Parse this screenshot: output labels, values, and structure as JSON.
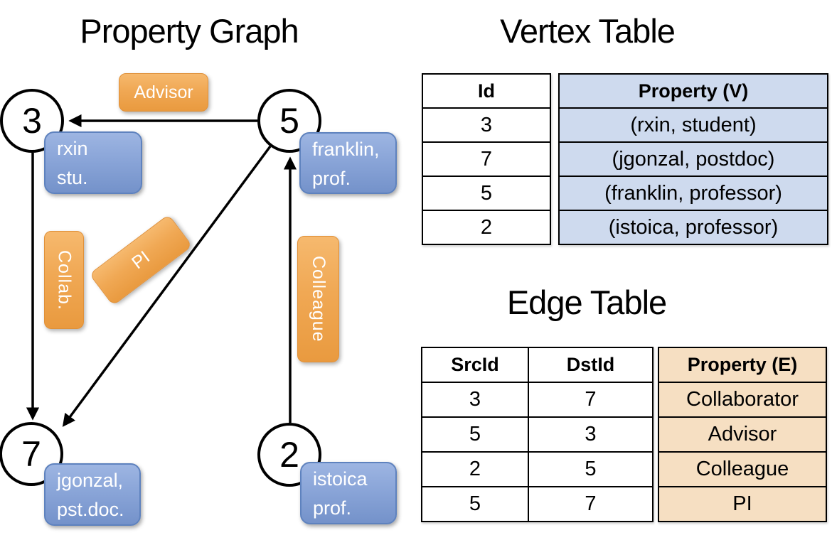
{
  "colors": {
    "edge_label_orange_top": "#f6b96e",
    "edge_label_orange_bottom": "#e99a3f",
    "vertex_label_blue_top": "#9db5e2",
    "vertex_label_blue_bottom": "#7492ca",
    "vertex_property_cell_blue": "#cedaee",
    "edge_property_cell_tan": "#f6dfc2",
    "line_color": "#000000"
  },
  "graph": {
    "title": "Property Graph",
    "nodes": [
      {
        "id": "3",
        "property": "rxin\nstu."
      },
      {
        "id": "5",
        "property": "franklin,\nprof."
      },
      {
        "id": "7",
        "property": "jgonzal,\npst.doc."
      },
      {
        "id": "2",
        "property": "istoica\nprof."
      }
    ],
    "edge_labels": [
      {
        "label": "Advisor"
      },
      {
        "label": "Collab."
      },
      {
        "label": "PI"
      },
      {
        "label": "Colleague"
      }
    ]
  },
  "vertex_table": {
    "title": "Vertex Table",
    "headers": {
      "id": "Id",
      "property": "Property (V)"
    },
    "rows": [
      {
        "id": "3",
        "property": "(rxin, student)"
      },
      {
        "id": "7",
        "property": "(jgonzal, postdoc)"
      },
      {
        "id": "5",
        "property": "(franklin, professor)"
      },
      {
        "id": "2",
        "property": "(istoica, professor)"
      }
    ]
  },
  "edge_table": {
    "title": "Edge Table",
    "headers": {
      "src": "SrcId",
      "dst": "DstId",
      "property": "Property (E)"
    },
    "rows": [
      {
        "src": "3",
        "dst": "7",
        "property": "Collaborator"
      },
      {
        "src": "5",
        "dst": "3",
        "property": "Advisor"
      },
      {
        "src": "2",
        "dst": "5",
        "property": "Colleague"
      },
      {
        "src": "5",
        "dst": "7",
        "property": "PI"
      }
    ]
  }
}
